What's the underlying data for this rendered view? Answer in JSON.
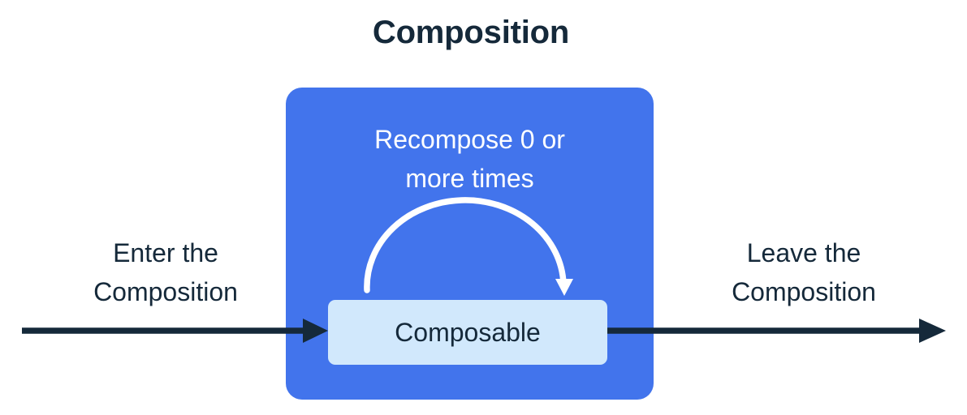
{
  "diagram": {
    "title": "Composition",
    "colors": {
      "background": "#ffffff",
      "composition_fill": "#4274ec",
      "composable_fill": "#d1e8fc",
      "text_dark": "#15293a",
      "text_light": "#ffffff",
      "arrow_dark": "#15293a",
      "arc_white": "#ffffff"
    },
    "composition_region": {
      "name": "Composition",
      "recompose_label": {
        "line1": "Recompose 0 or",
        "line2": "more times"
      },
      "recompose_arc": {
        "icon": "curved-loop-arrow-icon",
        "direction": "clockwise",
        "times": "0 or more"
      },
      "composable": {
        "label": "Composable"
      }
    },
    "enter_flow": {
      "label_line1": "Enter the",
      "label_line2": "Composition",
      "arrow": "arrow-right-icon"
    },
    "leave_flow": {
      "label_line1": "Leave the",
      "label_line2": "Composition",
      "arrow": "arrow-right-icon"
    }
  }
}
